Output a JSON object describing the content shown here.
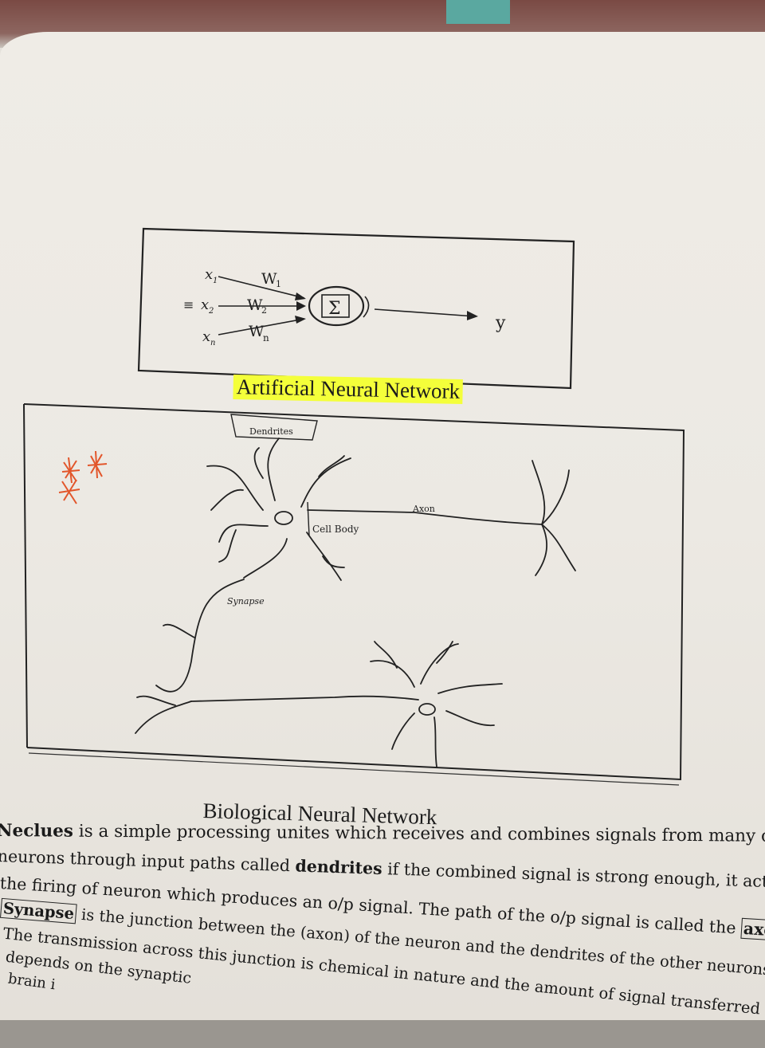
{
  "ann": {
    "inputs": [
      "x1",
      "x2",
      "xn"
    ],
    "input_labels": {
      "x1": "x",
      "x1_sub": "1",
      "x2": "x",
      "x2_sub": "2",
      "xn": "x",
      "xn_sub": "n"
    },
    "weights": {
      "w1": "W",
      "w1_sub": "1",
      "w2": "W",
      "w2_sub": "2",
      "wn": "W",
      "wn_sub": "n"
    },
    "sum_symbol": "Σ",
    "output": "y",
    "equiv_mark": "≡",
    "caption": "Artificial Neural Network"
  },
  "bio": {
    "labels": {
      "dendrites": "Dendrites",
      "axon": "Axon",
      "cell_body": "Cell Body",
      "synapse": "Synapse"
    },
    "caption": "Biological Neural Network",
    "stars_color": "#e2562b"
  },
  "text": {
    "line1_bold": "Neclues",
    "line1_rest": " is a simple processing unites which receives and combines signals from many other",
    "line2_pre": "neurons through input paths called ",
    "line2_bold": "dendrites",
    "line2_rest": " if the combined signal is strong enough, it activates",
    "line3": "the firing of neuron which produces an o/p signal. The path of the o/p signal is called the ",
    "line3_bold": "axon,",
    "line4_bold": "Synapse",
    "line4_rest": " is the junction between the (axon) of the neuron and the dendrites of the other neurons.",
    "line5": "The transmission across this junction is chemical in nature and the amount of signal transferred",
    "line6": "depends on the synaptic",
    "line7": "brain i"
  }
}
